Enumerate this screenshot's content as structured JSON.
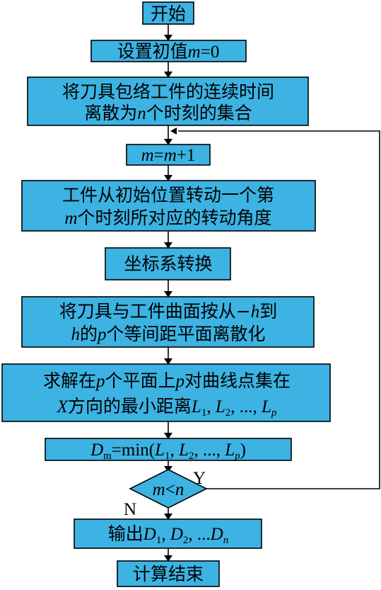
{
  "flowchart": {
    "start": "开始",
    "init": {
      "prefix": "设置初值",
      "var": "m",
      "suffix": "=0"
    },
    "discretize_time": {
      "line1": "将刀具包络工件的连续时间",
      "line2_prefix": "离散为",
      "line2_var": "n",
      "line2_suffix": "个时刻的集合"
    },
    "increment": {
      "var_a": "m",
      "eq": "=",
      "var_b": "m",
      "suffix": "+1"
    },
    "rotate": {
      "line1": "工件从初始位置转动一个第",
      "line2_var": "m",
      "line2_suffix": "个时刻所对应的转动角度"
    },
    "coord": "坐标系转换",
    "planes": {
      "line1_prefix": "将刀具与工件曲面按从−",
      "line1_var": "h",
      "line1_suffix": "到",
      "line2_var_h": "h",
      "line2_mid1": "的",
      "line2_var_p": "p",
      "line2_suffix": "个等间距平面离散化"
    },
    "solve": {
      "line1_prefix": "求解在",
      "line1_var_p1": "p",
      "line1_mid": "个平面上",
      "line1_var_p2": "p",
      "line1_suffix": "对曲线点集在",
      "line2_var_x": "X",
      "line2_mid": "方向的最小距离",
      "l": "L",
      "s1": "1",
      "s2": "2",
      "sp": "p",
      "sep": ", ",
      "ellipsis": "...",
      "open": "(",
      "close": ")"
    },
    "dmin": {
      "var": "D",
      "sub": "m",
      "func": "=min"
    },
    "decision": {
      "var_m": "m",
      "op": "<",
      "var_n": "n"
    },
    "yes": "Y",
    "no": "N",
    "output": {
      "prefix": "输出",
      "d": "D",
      "s1": "1",
      "s2": "2",
      "sn": "n",
      "sep": ", ",
      "ellipsis": "..."
    },
    "end": "计算结束"
  },
  "colors": {
    "box_fill": "#3cb3e3",
    "stroke": "#000000"
  }
}
